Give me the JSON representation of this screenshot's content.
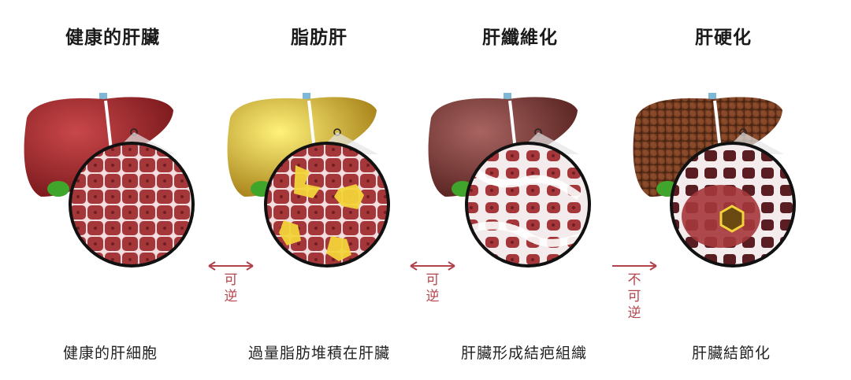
{
  "stages": [
    {
      "title": "健康的肝臟",
      "caption": "健康的肝細胞"
    },
    {
      "title": "脂肪肝",
      "caption": "過量脂肪堆積在肝臟"
    },
    {
      "title": "肝纖維化",
      "caption": "肝臟形成結疤組織"
    },
    {
      "title": "肝硬化",
      "caption": "肝臟結節化"
    }
  ],
  "transitions": [
    {
      "chars": [
        "可",
        "逆"
      ],
      "arrow": "bidirectional"
    },
    {
      "chars": [
        "可",
        "逆"
      ],
      "arrow": "bidirectional"
    },
    {
      "chars": [
        "不",
        "可",
        "逆"
      ],
      "arrow": "forward"
    }
  ],
  "colors": {
    "healthy_liver": "#a3292c",
    "fatty_liver": "#d9b32a",
    "fibrosis_liver": "#7a3a37",
    "cirrhosis_liver": "#6e3520",
    "cell": "#a5373b",
    "fat": "#f2d33a",
    "scar": "#f4ecec",
    "gallbladder": "#3fa52b",
    "arrow": "#b2434b"
  },
  "icons": [
    "liver-icon",
    "gallbladder-icon",
    "magnifier-circle-icon",
    "double-arrow-icon",
    "right-arrow-icon"
  ]
}
